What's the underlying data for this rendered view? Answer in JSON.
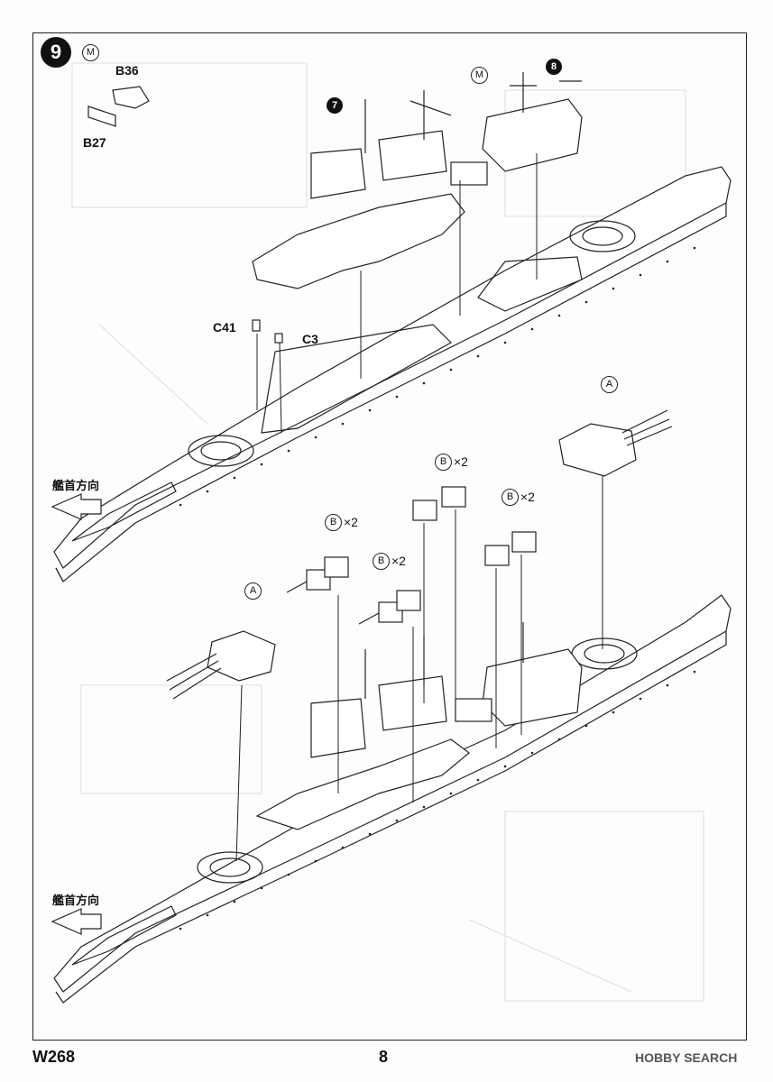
{
  "step": {
    "number": "9",
    "modifier": "M"
  },
  "parts_top": {
    "b36": "B36",
    "b27": "B27",
    "c41": "C41",
    "c3": "C3"
  },
  "substeps": {
    "seven": "7",
    "eight": "8"
  },
  "callouts": {
    "m": "M",
    "a_top": "A",
    "b_top": "B",
    "b_top_mult": "×2",
    "b_top2": "B",
    "b_top2_mult": "×2",
    "b_low1": "B",
    "b_low1_mult": "×2",
    "b_low2": "B",
    "b_low2_mult": "×2",
    "a_low": "A"
  },
  "bow_direction": {
    "top": "艦首方向",
    "bottom": "艦首方向"
  },
  "footer": {
    "code": "W268",
    "page": "8",
    "brand": "HOBBY SEARCH"
  }
}
